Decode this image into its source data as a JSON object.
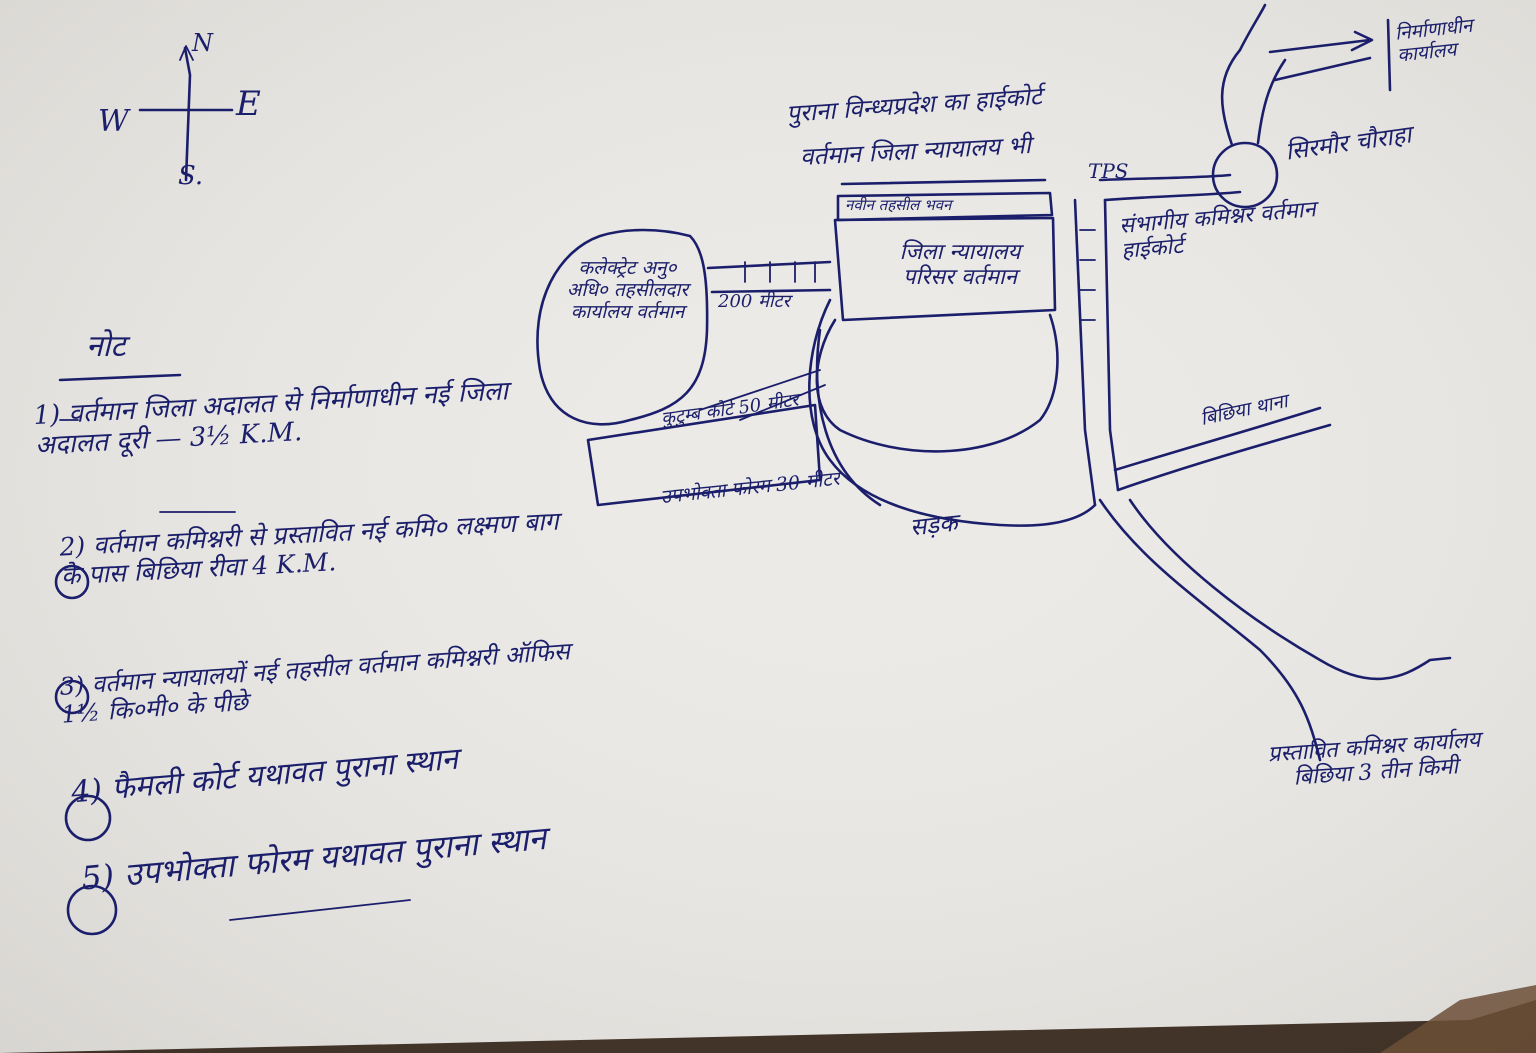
{
  "compass": {
    "north": "N",
    "east": "E",
    "south": "S.",
    "west": "W"
  },
  "map_labels": {
    "old_vindhya_hq": "पुराना विन्ध्यप्रदेश का हाईकोर्ट",
    "current_district_court": "वर्तमान जिला न्यायालय भी",
    "tps": "TPS",
    "new_tehsil_building": "नवीन तहसील भवन",
    "district_court_campus": "जिला न्यायालय परिसर वर्तमान",
    "collectorate": "कलेक्ट्रेट अनु० अधि० तहसीलदार कार्यालय वर्तमान",
    "distance_200m": "200 मीटर",
    "family_court": "कुटुम्ब कोर्ट 50 मीटर",
    "consumer_forum": "उपभोक्ता फोरम 30 मीटर",
    "road": "सड़क",
    "divisional_commissioner": "संभागीय कमिश्नर वर्तमान हाईकोर्ट",
    "sirmour_chowk": "सिरमौर चौराहा",
    "under_construction_office": "निर्माणाधीन कार्यालय",
    "bichiya_thana": "बिछिया थाना",
    "proposed_commissioner_office": "प्रस्तावित कमिश्नर कार्यालय बिछिया 3 तीन किमी"
  },
  "notes": {
    "heading": "नोट",
    "items": [
      {
        "num": "1",
        "text": "वर्तमान जिला अदालत से निर्माणाधीन नई जिला अदालत दूरी — 3½ K.M."
      },
      {
        "num": "2",
        "text": "वर्तमान कमिश्नरी से प्रस्तावित नई कमि० लक्ष्मण बाग के पास बिछिया रीवा 4 K.M."
      },
      {
        "num": "3",
        "text": "वर्तमान न्यायालयों नई तहसील वर्तमान कमिश्नरी ऑफिस 1½ कि०मी० के पीछे"
      },
      {
        "num": "4",
        "text": "फैमली कोर्ट यथावत पुराना स्थान"
      },
      {
        "num": "5",
        "text": "उपभोक्ता फोरम यथावत पुराना स्थान"
      }
    ]
  }
}
